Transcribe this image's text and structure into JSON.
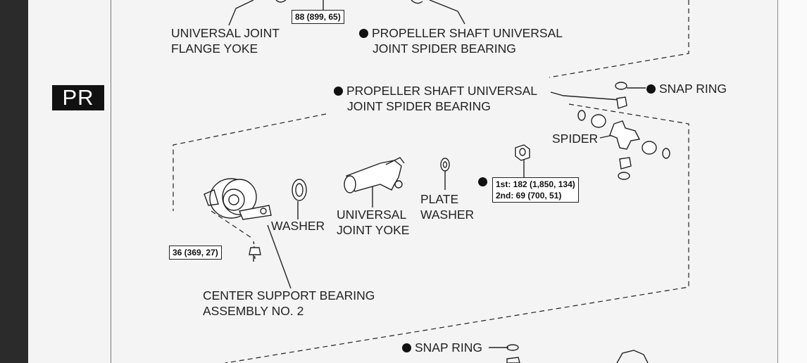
{
  "sidebar": {
    "tab_label": "PR"
  },
  "labels": {
    "universal_joint_flange_yoke": [
      "UNIVERSAL JOINT",
      "FLANGE YOKE"
    ],
    "spider_bearing_top": [
      "PROPELLER SHAFT UNIVERSAL",
      "JOINT SPIDER BEARING"
    ],
    "spider_bearing_mid": [
      "PROPELLER SHAFT UNIVERSAL",
      "JOINT SPIDER BEARING"
    ],
    "snap_ring_top": "SNAP RING",
    "spider": "SPIDER",
    "washer": "WASHER",
    "universal_joint_yoke": [
      "UNIVERSAL",
      "JOINT YOKE"
    ],
    "plate_washer": [
      "PLATE",
      "WASHER"
    ],
    "center_support_bearing": [
      "CENTER SUPPORT BEARING",
      "ASSEMBLY NO. 2"
    ],
    "snap_ring_bottom": "SNAP RING"
  },
  "torque_specs": {
    "flange_nut": "88 (899, 65)",
    "nut_first": "1st: 182 (1,850, 134)",
    "nut_second": "2nd: 69 (700, 51)",
    "bracket_bolt": "36 (369, 27)"
  },
  "colors": {
    "ink": "#222222",
    "page": "#f4f4f4",
    "sidebar": "#2b2b2b",
    "tab": "#111111"
  }
}
